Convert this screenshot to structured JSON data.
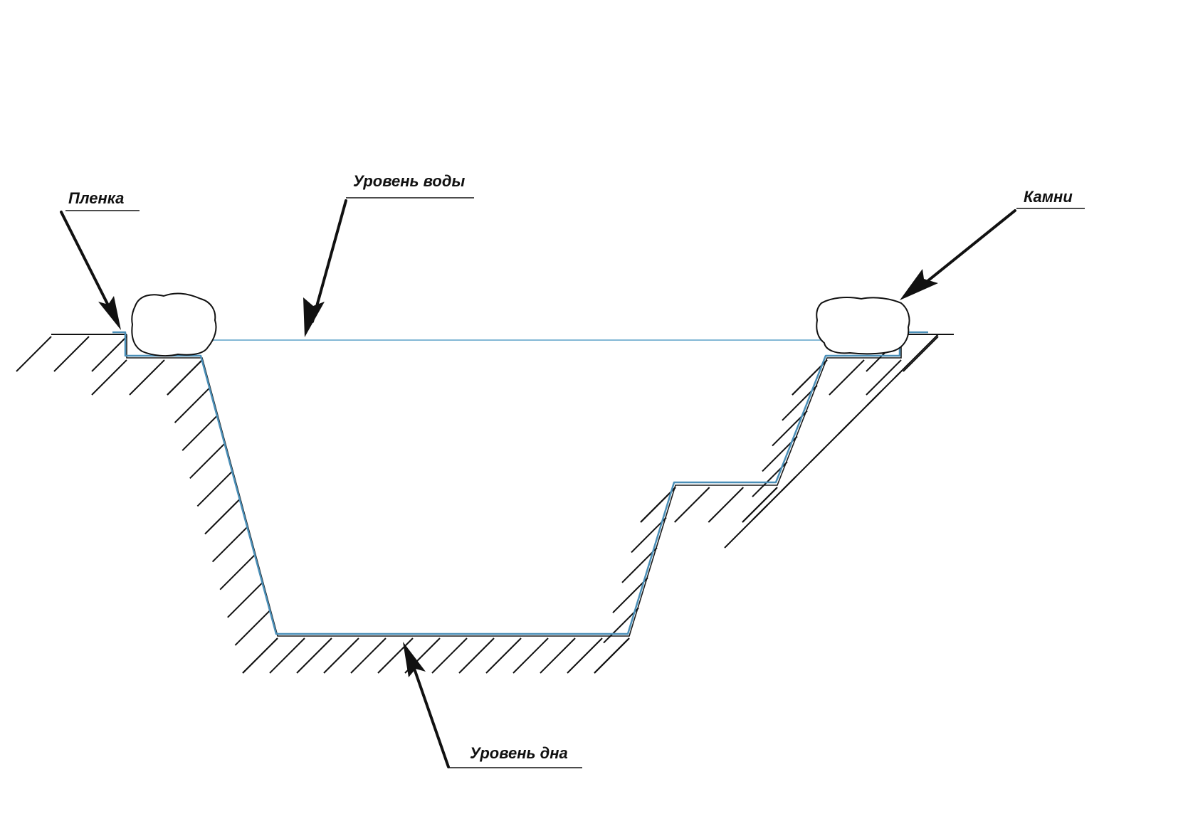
{
  "labels": {
    "film": "Пленка",
    "water_level": "Уровень воды",
    "stones": "Камни",
    "bottom_level": "Уровень дна"
  },
  "colors": {
    "liner": "#4a8fb8",
    "water": "#5aa0c8",
    "ink": "#111111",
    "background": "#ffffff"
  }
}
